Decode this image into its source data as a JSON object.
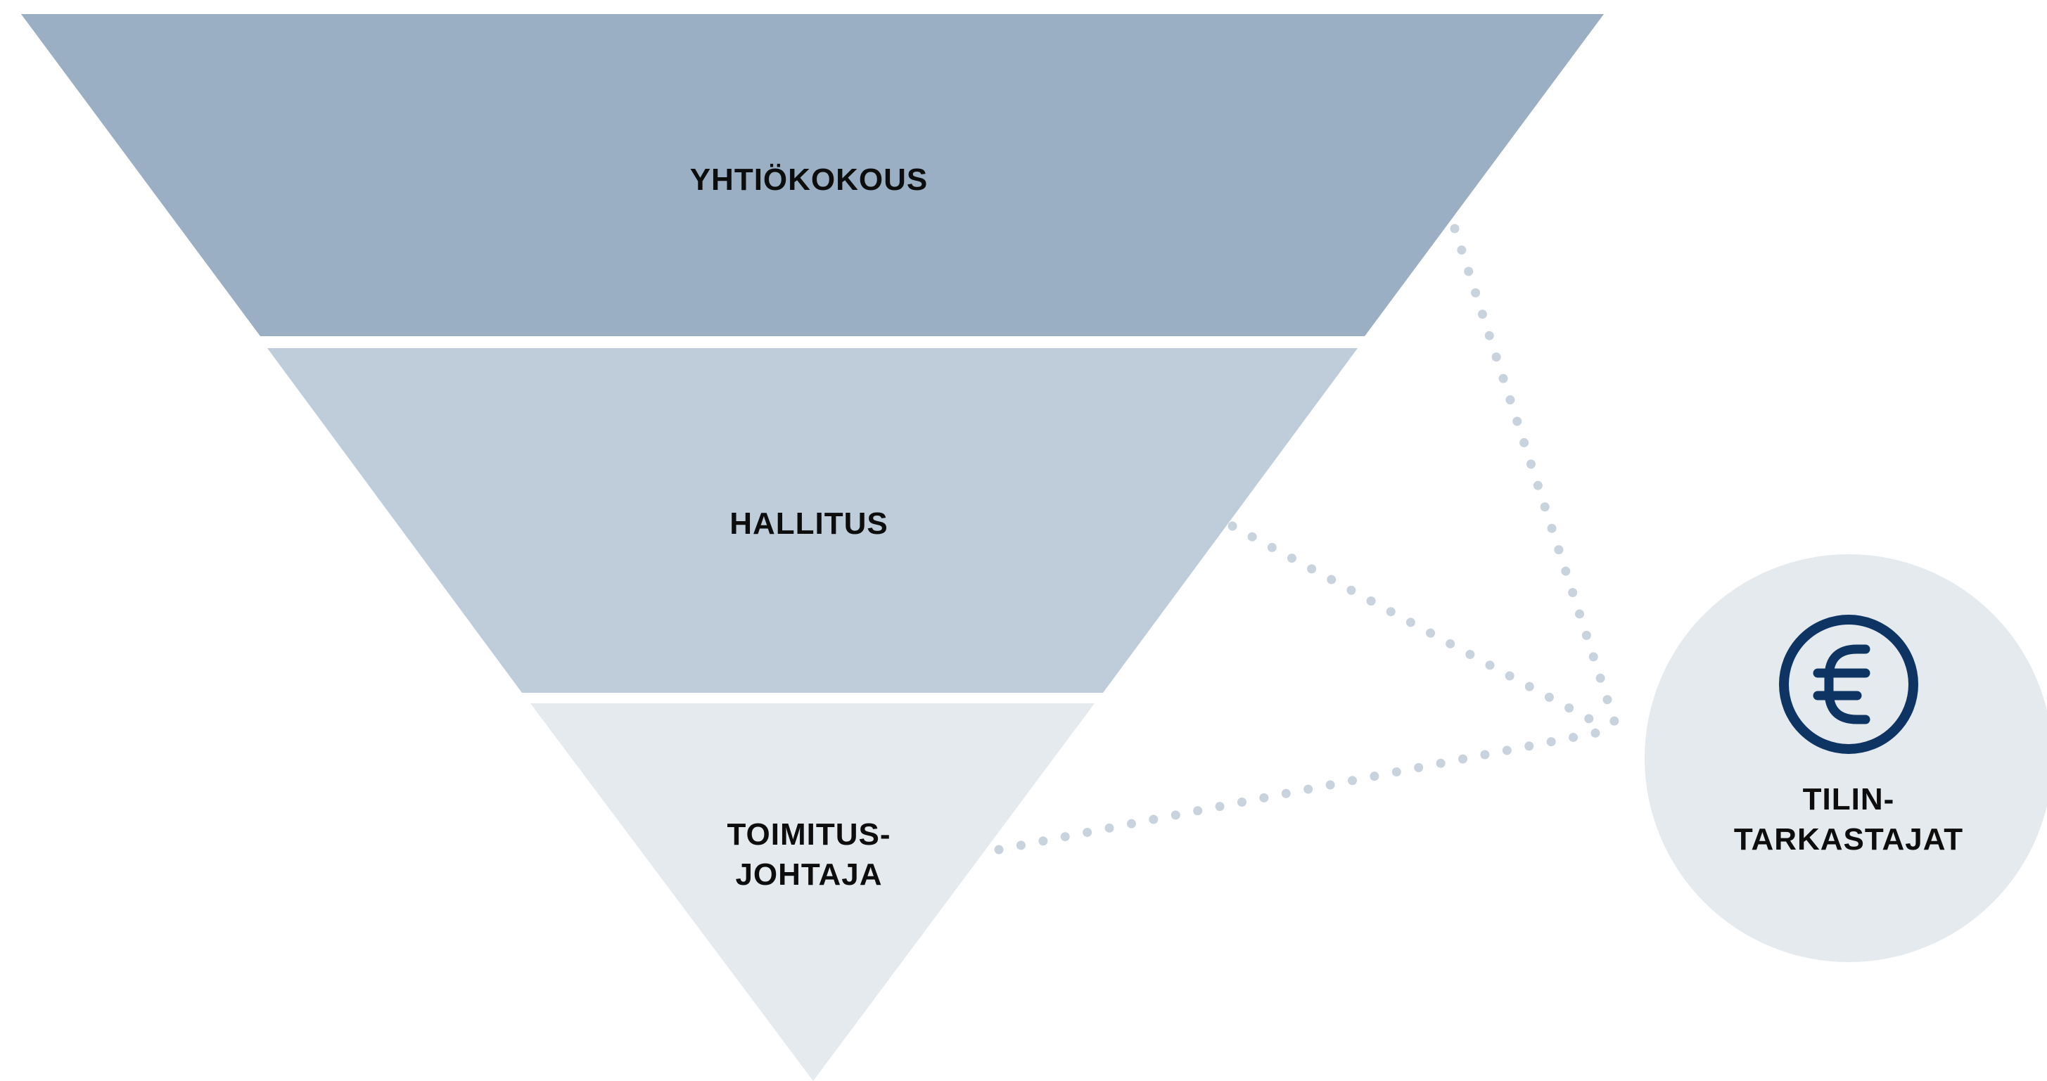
{
  "pyramid": {
    "levels": [
      {
        "name": "yhtiokokous",
        "lines": [
          "YHTIÖKOKOUS"
        ],
        "color": "#9aaec4"
      },
      {
        "name": "hallitus",
        "lines": [
          "HALLITUS"
        ],
        "color": "#bfcdda"
      },
      {
        "name": "toimitusjohtaja",
        "lines": [
          "TOIMITUS-",
          "JOHTAJA"
        ],
        "color": "#e5eaef"
      }
    ]
  },
  "auditor": {
    "lines": [
      "TILIN-",
      "TARKASTAJAT"
    ],
    "circle_color": "#e5eaef",
    "icon": "euro-coin-icon",
    "icon_color": "#0e3464"
  },
  "connector": {
    "style": "dotted",
    "color": "#c9d3de"
  }
}
